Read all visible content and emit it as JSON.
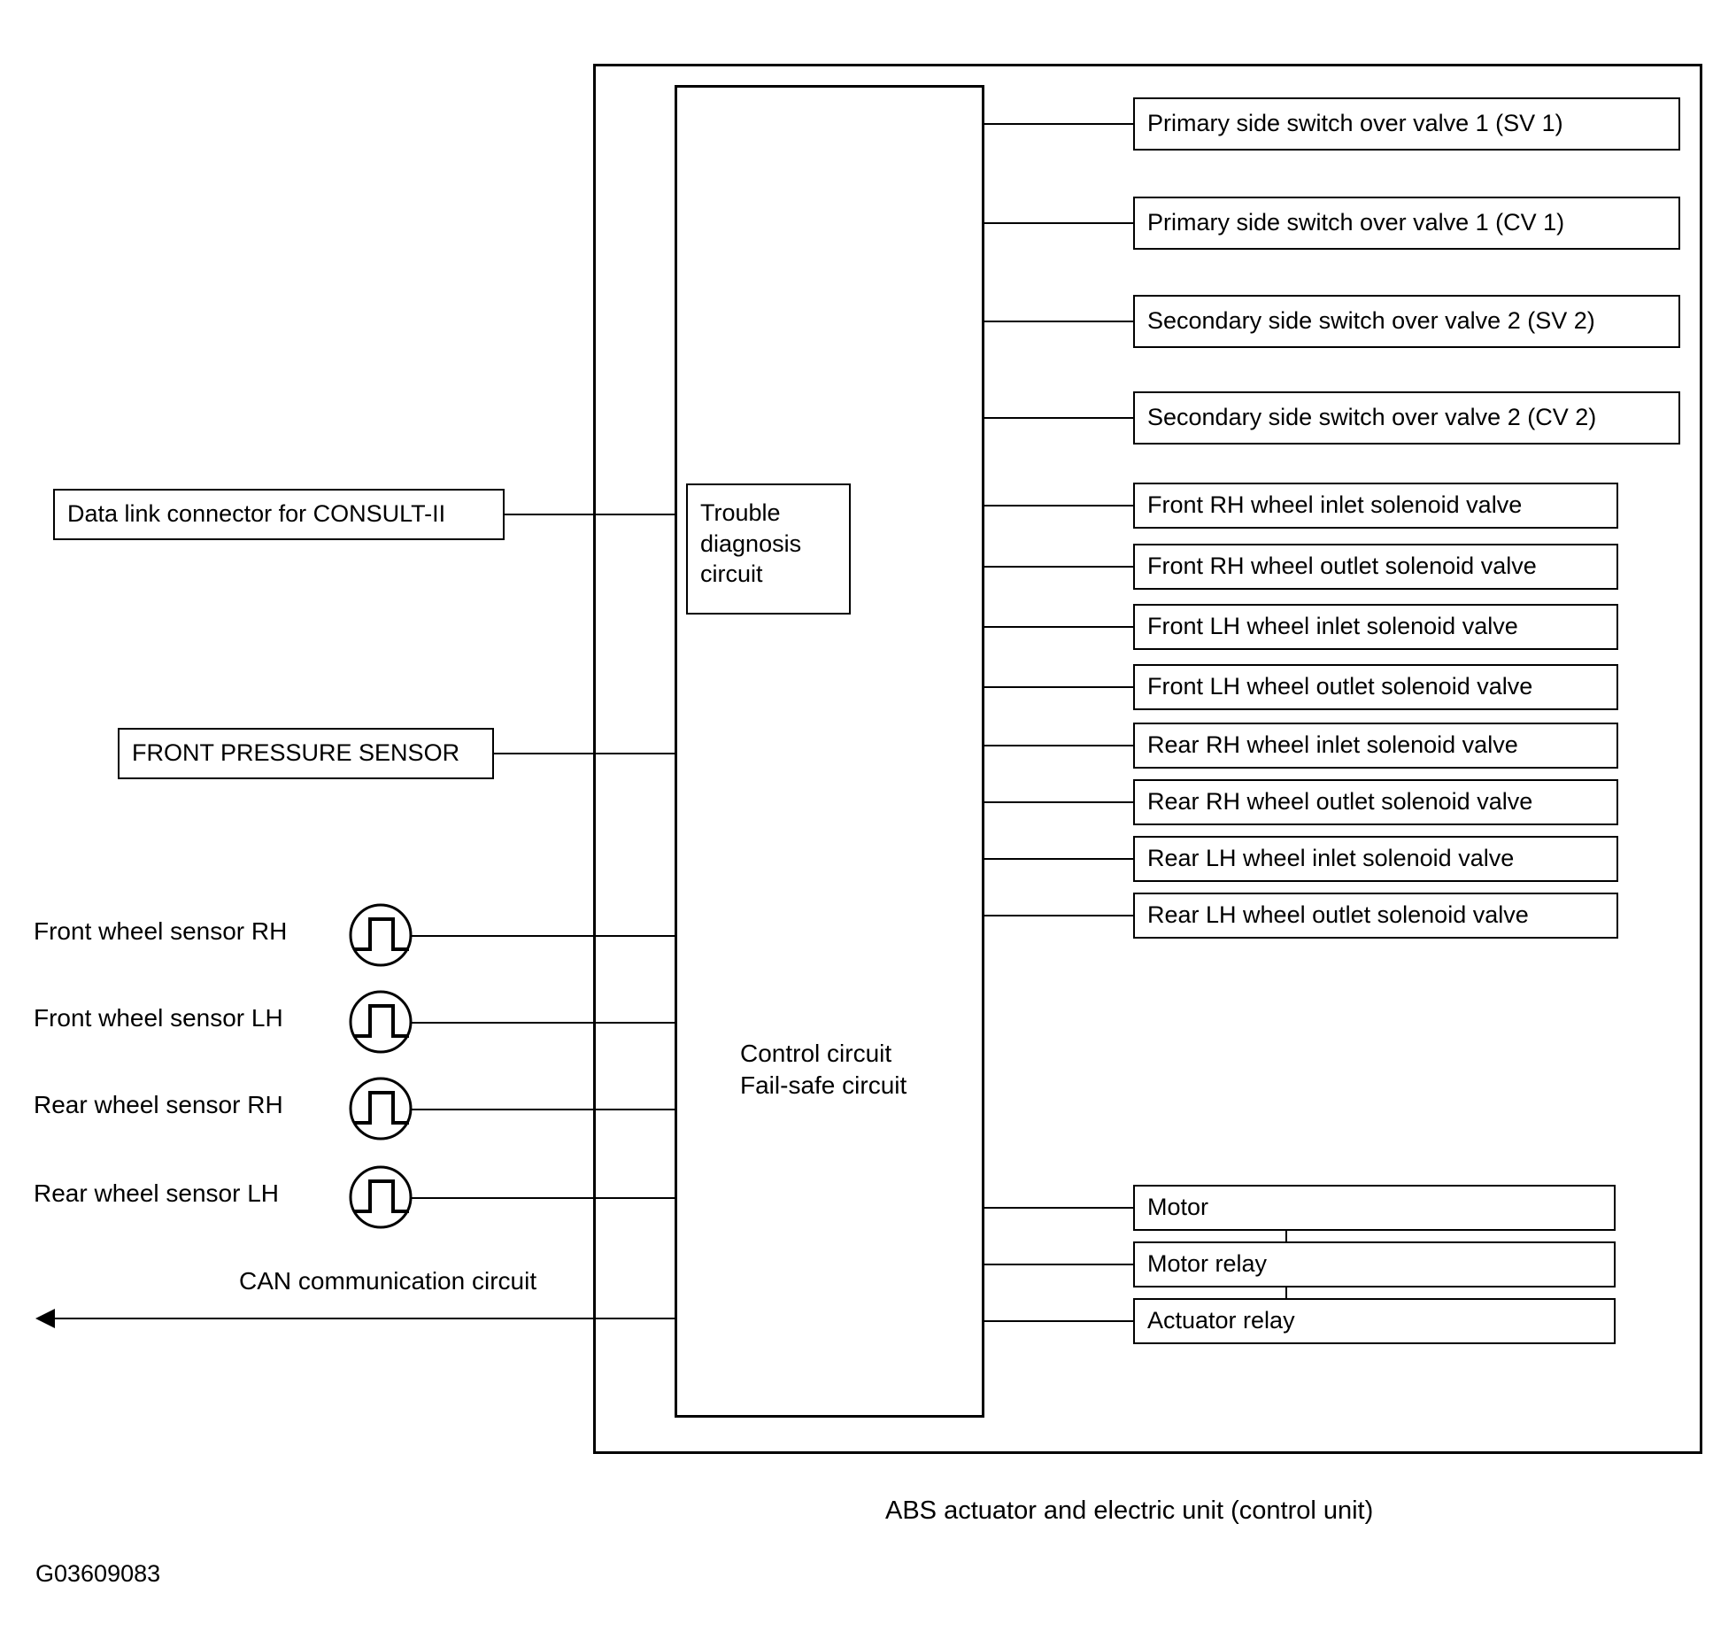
{
  "diagram": {
    "figure_id": "G03609083",
    "caption": "ABS actuator and electric unit (control unit)",
    "unit_box_label": "ABS actuator and electric unit (control unit)"
  },
  "control_unit": {
    "trouble_diagnosis_label": "Trouble\ndiagnosis\ncircuit",
    "control_circuit_label": "Control circuit\nFail-safe circuit"
  },
  "inputs": {
    "data_link": "Data link connector for CONSULT-II",
    "front_pressure_sensor": "FRONT PRESSURE SENSOR",
    "wheel_sensors": [
      {
        "label": "Front  wheel sensor RH",
        "icon": "pulse-waveform-icon"
      },
      {
        "label": "Front wheel sensor LH",
        "icon": "pulse-waveform-icon"
      },
      {
        "label": "Rear  wheel sensor RH",
        "icon": "pulse-waveform-icon"
      },
      {
        "label": "Rear wheel sensor LH",
        "icon": "pulse-waveform-icon"
      }
    ],
    "can_circuit": "CAN communication circuit"
  },
  "outputs": {
    "valves": [
      {
        "label": "Primary side  switch over valve 1 (SV 1)"
      },
      {
        "label": "Primary side  switch over valve 1 (CV 1)"
      },
      {
        "label": "Secondary side  switch over valve 2 (SV 2)"
      },
      {
        "label": "Secondary side  switch over valve 2 (CV 2)"
      }
    ],
    "solenoids": [
      {
        "label": "Front RH wheel inlet solenoid valve"
      },
      {
        "label": "Front RH wheel outlet solenoid valve"
      },
      {
        "label": "Front LH wheel inlet solenoid valve"
      },
      {
        "label": "Front LH wheel outlet solenoid valve"
      },
      {
        "label": "Rear RH wheel inlet solenoid valve"
      },
      {
        "label": "Rear RH wheel outlet solenoid valve"
      },
      {
        "label": "Rear LH wheel inlet solenoid valve"
      },
      {
        "label": "Rear LH wheel outlet solenoid valve"
      }
    ],
    "actuators": [
      {
        "label": "Motor"
      },
      {
        "label": "Motor relay"
      },
      {
        "label": "Actuator relay"
      }
    ]
  },
  "colors": {
    "line": "#000000",
    "background": "#ffffff"
  }
}
